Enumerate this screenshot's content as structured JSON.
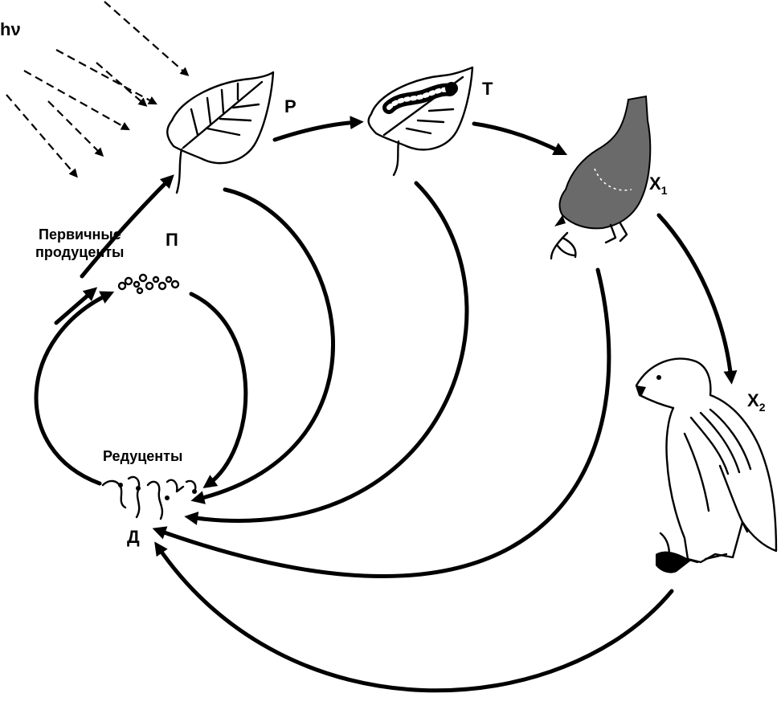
{
  "labels": {
    "light": "hν",
    "producer_letter": "P",
    "herbivore_letter": "T",
    "consumer1": "X",
    "consumer1_sub": "1",
    "consumer2": "X",
    "consumer2_sub": "2",
    "nutrients_letter": "П",
    "primary_line1": "Первичные",
    "primary_line2": "продуценты",
    "reducers": "Редуценты",
    "detritus_letter": "Д"
  },
  "icons": {
    "sun_rays": "sun-rays-icon",
    "leaf": "leaf-icon",
    "caterpillar_leaf": "caterpillar-on-leaf-icon",
    "bird": "songbird-icon",
    "eagle": "eagle-icon",
    "nutrients": "nutrients-icon",
    "decomposers": "decomposers-icon"
  },
  "colors": {
    "ink": "#000000",
    "background": "#ffffff"
  }
}
